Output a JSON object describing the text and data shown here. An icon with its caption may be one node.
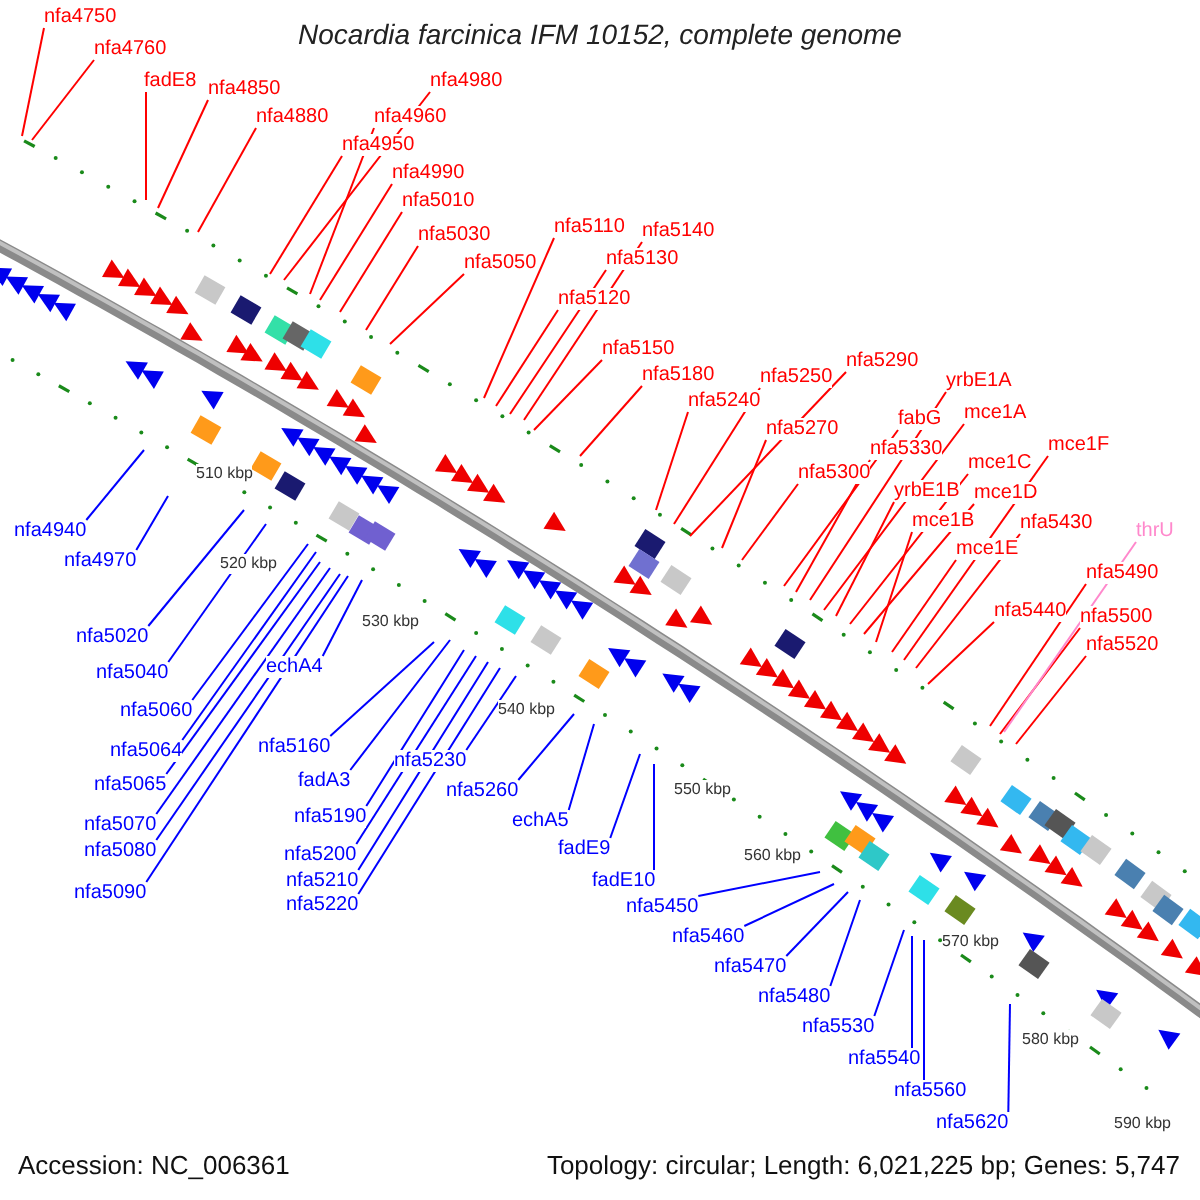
{
  "diagram": {
    "title": "Nocardia farcinica IFM 10152, complete genome",
    "nodes": [
      {
        "text": [
          "nfa4750"
        ]
      },
      {
        "text": [
          "nfa4760"
        ]
      },
      {
        "text": [
          "fadE8"
        ]
      },
      {
        "text": [
          "nfa4850"
        ]
      },
      {
        "text": [
          "nfa4880"
        ]
      },
      {
        "text": [
          "nfa4980"
        ]
      },
      {
        "text": [
          "nfa4960"
        ]
      },
      {
        "text": [
          "nfa4950"
        ]
      },
      {
        "text": [
          "nfa4990"
        ]
      },
      {
        "text": [
          "nfa5010"
        ]
      },
      {
        "text": [
          "nfa5030"
        ]
      },
      {
        "text": [
          "nfa5050"
        ]
      },
      {
        "text": [
          "nfa5110"
        ]
      },
      {
        "text": [
          "nfa5140"
        ]
      },
      {
        "text": [
          "nfa5130"
        ]
      },
      {
        "text": [
          "nfa5120"
        ]
      },
      {
        "text": [
          "nfa5150"
        ]
      },
      {
        "text": [
          "nfa5180"
        ]
      },
      {
        "text": [
          "nfa5240"
        ]
      },
      {
        "text": [
          "nfa5250"
        ]
      },
      {
        "text": [
          "nfa5290"
        ]
      },
      {
        "text": [
          "nfa5270"
        ]
      },
      {
        "text": [
          "nfa5300"
        ]
      },
      {
        "text": [
          "fabG"
        ]
      },
      {
        "text": [
          "nfa5330"
        ]
      },
      {
        "text": [
          "yrbE1A"
        ]
      },
      {
        "text": [
          "mce1A"
        ]
      },
      {
        "text": [
          "yrbE1B"
        ]
      },
      {
        "text": [
          "mce1C"
        ]
      },
      {
        "text": [
          "mce1D"
        ]
      },
      {
        "text": [
          "mce1B"
        ]
      },
      {
        "text": [
          "mce1E"
        ]
      },
      {
        "text": [
          "mce1F"
        ]
      },
      {
        "text": [
          "nfa5430"
        ]
      },
      {
        "text": [
          "nfa5440"
        ]
      },
      {
        "text": [
          "nfa5490"
        ]
      },
      {
        "text": [
          "nfa5500"
        ]
      },
      {
        "text": [
          "nfa5520"
        ]
      },
      {
        "text": [
          "thrU"
        ]
      },
      {
        "text": [
          "nfa4940"
        ]
      },
      {
        "text": [
          "nfa4970"
        ]
      },
      {
        "text": [
          "nfa5020"
        ]
      },
      {
        "text": [
          "nfa5040"
        ]
      },
      {
        "text": [
          "nfa5060"
        ]
      },
      {
        "text": [
          "nfa5064"
        ]
      },
      {
        "text": [
          "nfa5065"
        ]
      },
      {
        "text": [
          "nfa5070"
        ]
      },
      {
        "text": [
          "nfa5080"
        ]
      },
      {
        "text": [
          "nfa5090"
        ]
      },
      {
        "text": [
          "echA4"
        ]
      },
      {
        "text": [
          "nfa5160"
        ]
      },
      {
        "text": [
          "fadA3"
        ]
      },
      {
        "text": [
          "nfa5190"
        ]
      },
      {
        "text": [
          "nfa5200"
        ]
      },
      {
        "text": [
          "nfa5210"
        ]
      },
      {
        "text": [
          "nfa5220"
        ]
      },
      {
        "text": [
          "nfa5230"
        ]
      },
      {
        "text": [
          "nfa5260"
        ]
      },
      {
        "text": [
          "echA5"
        ]
      },
      {
        "text": [
          "fadE9"
        ]
      },
      {
        "text": [
          "fadE10"
        ]
      },
      {
        "text": [
          "nfa5450"
        ]
      },
      {
        "text": [
          "nfa5460"
        ]
      },
      {
        "text": [
          "nfa5470"
        ]
      },
      {
        "text": [
          "nfa5480"
        ]
      },
      {
        "text": [
          "nfa5530"
        ]
      },
      {
        "text": [
          "nfa5540"
        ]
      },
      {
        "text": [
          "nfa5560"
        ]
      },
      {
        "text": [
          "nfa5620"
        ]
      }
    ],
    "edges": [
      {
        "from": 0,
        "to": null,
        "arrow": "none"
      },
      {
        "from": 1,
        "to": null,
        "arrow": "none"
      },
      {
        "from": 2,
        "to": null,
        "arrow": "none"
      },
      {
        "from": 3,
        "to": null,
        "arrow": "none"
      },
      {
        "from": 4,
        "to": null,
        "arrow": "none"
      },
      {
        "from": 5,
        "to": null,
        "arrow": "none"
      },
      {
        "from": 6,
        "to": null,
        "arrow": "none"
      },
      {
        "from": 7,
        "to": null,
        "arrow": "none"
      },
      {
        "from": 8,
        "to": null,
        "arrow": "none"
      },
      {
        "from": 9,
        "to": null,
        "arrow": "none"
      },
      {
        "from": 10,
        "to": null,
        "arrow": "none"
      },
      {
        "from": 11,
        "to": null,
        "arrow": "none"
      },
      {
        "from": 12,
        "to": null,
        "arrow": "none"
      },
      {
        "from": 13,
        "to": null,
        "arrow": "none"
      },
      {
        "from": 14,
        "to": null,
        "arrow": "none"
      },
      {
        "from": 15,
        "to": null,
        "arrow": "none"
      },
      {
        "from": 16,
        "to": null,
        "arrow": "none"
      },
      {
        "from": 17,
        "to": null,
        "arrow": "none"
      },
      {
        "from": 18,
        "to": null,
        "arrow": "none"
      },
      {
        "from": 19,
        "to": null,
        "arrow": "none"
      },
      {
        "from": 20,
        "to": null,
        "arrow": "none"
      },
      {
        "from": 21,
        "to": null,
        "arrow": "none"
      },
      {
        "from": 22,
        "to": null,
        "arrow": "none"
      },
      {
        "from": 23,
        "to": null,
        "arrow": "none"
      },
      {
        "from": 24,
        "to": null,
        "arrow": "none"
      },
      {
        "from": 25,
        "to": null,
        "arrow": "none"
      },
      {
        "from": 26,
        "to": null,
        "arrow": "none"
      },
      {
        "from": 27,
        "to": null,
        "arrow": "none"
      },
      {
        "from": 28,
        "to": null,
        "arrow": "none"
      },
      {
        "from": 29,
        "to": null,
        "arrow": "none"
      },
      {
        "from": 30,
        "to": null,
        "arrow": "none"
      },
      {
        "from": 31,
        "to": null,
        "arrow": "none"
      },
      {
        "from": 32,
        "to": null,
        "arrow": "none"
      },
      {
        "from": 33,
        "to": null,
        "arrow": "none"
      },
      {
        "from": 34,
        "to": null,
        "arrow": "none"
      },
      {
        "from": 35,
        "to": null,
        "arrow": "none"
      },
      {
        "from": 36,
        "to": null,
        "arrow": "none"
      },
      {
        "from": 37,
        "to": null,
        "arrow": "none"
      },
      {
        "from": 38,
        "to": null,
        "arrow": "none",
        "color": "#ff88cc"
      },
      {
        "from": 39,
        "to": null,
        "arrow": "none",
        "color": "#0000ff"
      },
      {
        "from": 40,
        "to": null,
        "arrow": "none",
        "color": "#0000ff"
      },
      {
        "from": 41,
        "to": null,
        "arrow": "none",
        "color": "#0000ff"
      },
      {
        "from": 42,
        "to": null,
        "arrow": "none",
        "color": "#0000ff"
      },
      {
        "from": 43,
        "to": null,
        "arrow": "none",
        "color": "#0000ff"
      },
      {
        "from": 44,
        "to": null,
        "arrow": "none",
        "color": "#0000ff"
      },
      {
        "from": 45,
        "to": null,
        "arrow": "none",
        "color": "#0000ff"
      },
      {
        "from": 46,
        "to": null,
        "arrow": "none",
        "color": "#0000ff"
      },
      {
        "from": 47,
        "to": null,
        "arrow": "none",
        "color": "#0000ff"
      },
      {
        "from": 48,
        "to": null,
        "arrow": "none",
        "color": "#0000ff"
      },
      {
        "from": 49,
        "to": null,
        "arrow": "none",
        "color": "#0000ff"
      },
      {
        "from": 50,
        "to": null,
        "arrow": "none",
        "color": "#0000ff"
      },
      {
        "from": 51,
        "to": null,
        "arrow": "none",
        "color": "#0000ff"
      },
      {
        "from": 52,
        "to": null,
        "arrow": "none",
        "color": "#0000ff"
      },
      {
        "from": 53,
        "to": null,
        "arrow": "none",
        "color": "#0000ff"
      },
      {
        "from": 54,
        "to": null,
        "arrow": "none",
        "color": "#0000ff"
      },
      {
        "from": 55,
        "to": null,
        "arrow": "none",
        "color": "#0000ff"
      },
      {
        "from": 56,
        "to": null,
        "arrow": "none",
        "color": "#0000ff"
      },
      {
        "from": 57,
        "to": null,
        "arrow": "none",
        "color": "#0000ff"
      },
      {
        "from": 58,
        "to": null,
        "arrow": "none",
        "color": "#0000ff"
      },
      {
        "from": 59,
        "to": null,
        "arrow": "none",
        "color": "#0000ff"
      },
      {
        "from": 60,
        "to": null,
        "arrow": "none",
        "color": "#0000ff"
      },
      {
        "from": 61,
        "to": null,
        "arrow": "none",
        "color": "#0000ff"
      },
      {
        "from": 62,
        "to": null,
        "arrow": "none",
        "color": "#0000ff"
      },
      {
        "from": 63,
        "to": null,
        "arrow": "none",
        "color": "#0000ff"
      },
      {
        "from": 64,
        "to": null,
        "arrow": "none",
        "color": "#0000ff"
      },
      {
        "from": 65,
        "to": null,
        "arrow": "none",
        "color": "#0000ff"
      },
      {
        "from": 66,
        "to": null,
        "arrow": "none",
        "color": "#0000ff"
      },
      {
        "from": 67,
        "to": null,
        "arrow": "none",
        "color": "#0000ff"
      },
      {
        "from": 68,
        "to": null,
        "arrow": "none",
        "color": "#0000ff"
      }
    ],
    "labels": [
      "510 kbp",
      "520 kbp",
      "530 kbp",
      "540 kbp",
      "550 kbp",
      "560 kbp",
      "570 kbp",
      "580 kbp",
      "590 kbp",
      "Accession: NC_006361",
      "Topology: circular; Length: 6,021,225 bp; Genes: 5,747"
    ]
  }
}
